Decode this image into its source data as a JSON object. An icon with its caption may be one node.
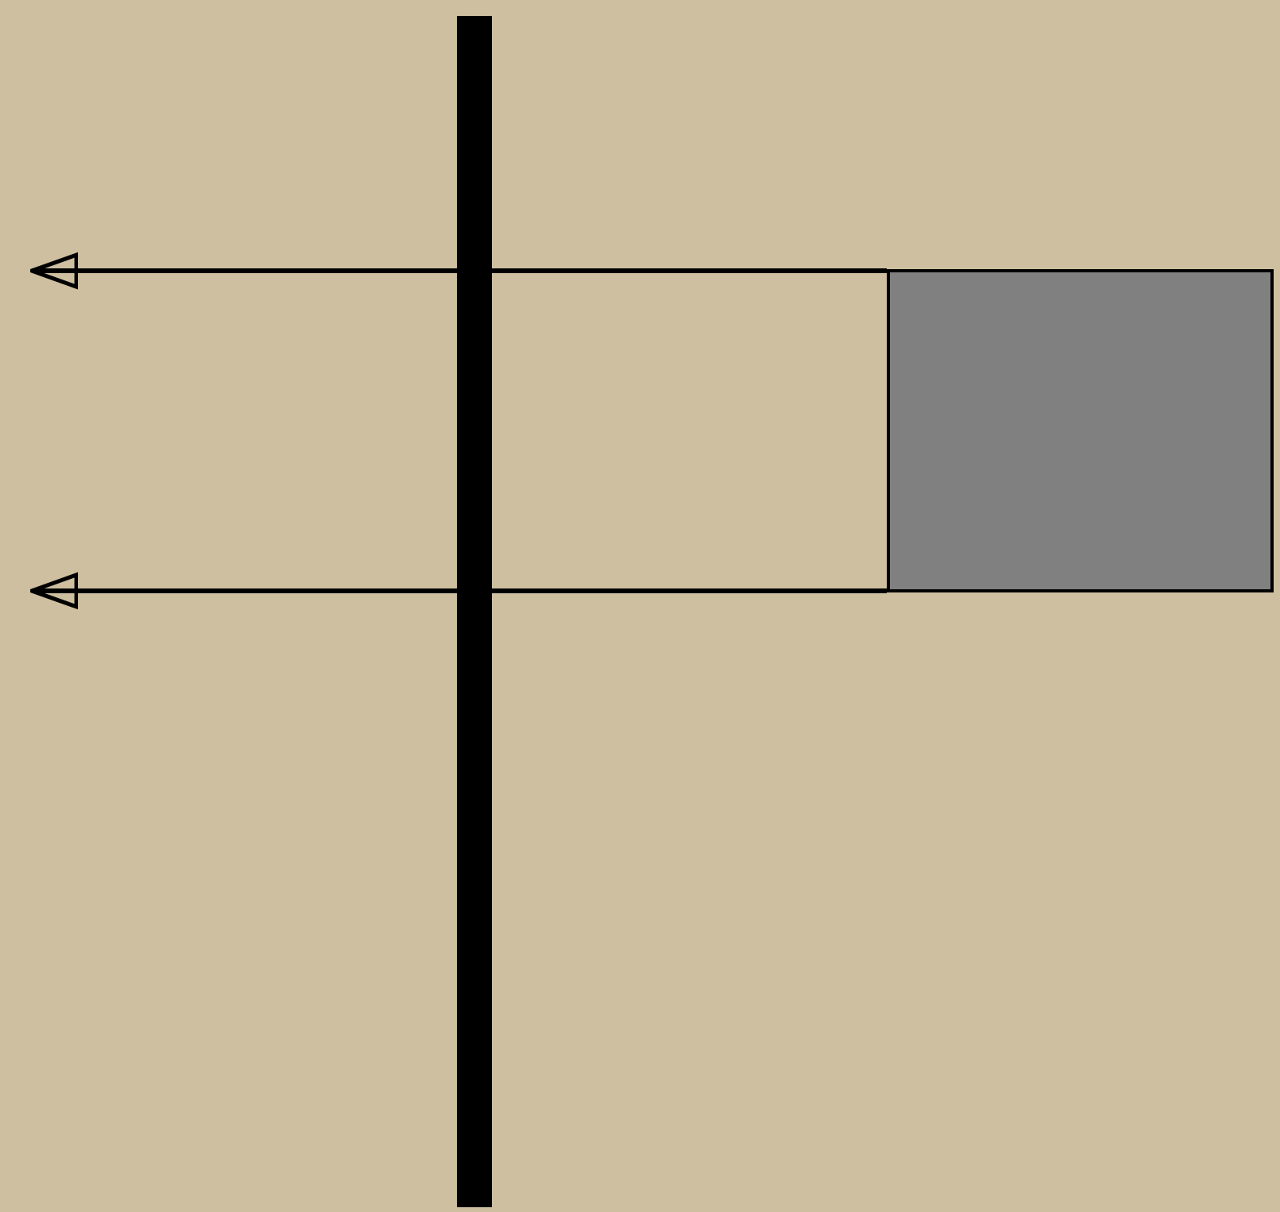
{
  "diagram": {
    "nodes": [
      {
        "text": [],
        "shape": "bar"
      },
      {
        "text": [],
        "shape": "box"
      }
    ],
    "edges": [
      {
        "from": 1,
        "to": null,
        "arrow": "to"
      },
      {
        "from": 1,
        "to": null,
        "arrow": "to"
      }
    ]
  }
}
